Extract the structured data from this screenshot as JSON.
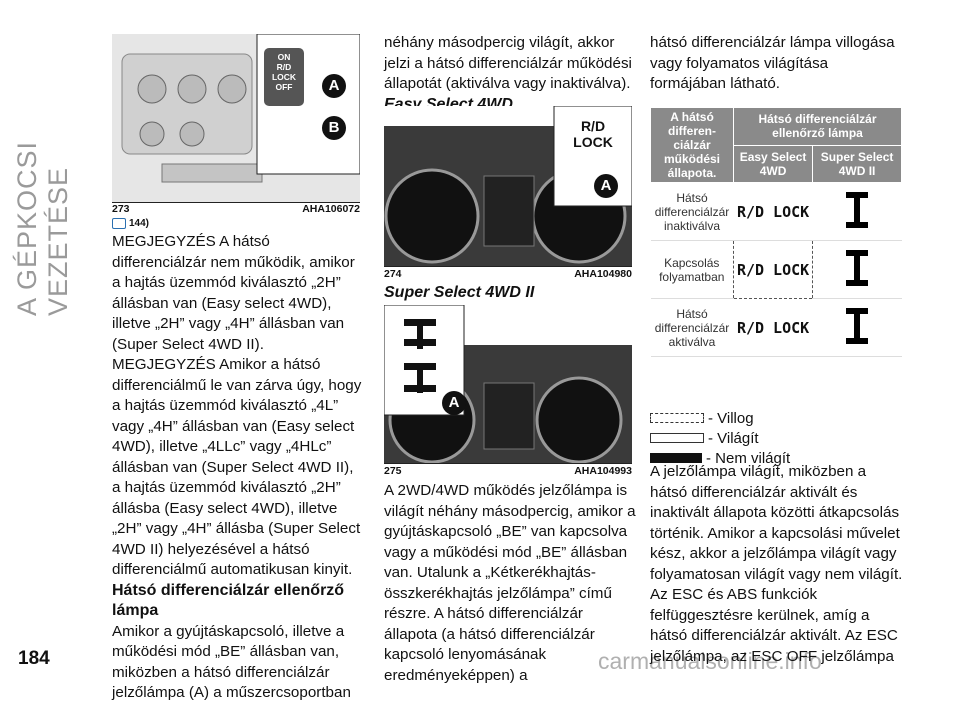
{
  "side_title": "A GÉPKOCSI VEZETÉSE",
  "page_number": "184",
  "watermark": "carmanualsonline.info",
  "fig273": {
    "number": "273",
    "code": "AHA106072",
    "switch_text": [
      "ON",
      "R/D",
      "LOCK",
      "OFF"
    ],
    "callouts": [
      "A",
      "B"
    ]
  },
  "note_ref": "144)",
  "col1": {
    "para1": "MEGJEGYZÉS A hátsó differenciálzár nem működik, amikor a hajtás üzemmód kiválasztó „2H” állásban van (Easy select 4WD), illetve „2H” vagy „4H” állásban van (Super Select 4WD II).",
    "para2": "MEGJEGYZÉS Amikor a hátsó differenciálmű le van zárva úgy, hogy a hajtás üzemmód kiválasztó „4L” vagy „4H” állásban van (Easy select 4WD), illetve „4LLc” vagy „4HLc” állásban van (Super Select 4WD II), a hajtás üzemmód kiválasztó „2H” állásba (Easy select 4WD), illetve „2H” vagy „4H” állásba (Super Select 4WD II) helyezésével a hátsó differenciálmű automatikusan kinyit.",
    "heading": "Hátsó differenciálzár ellenőrző lámpa",
    "para3": "Amikor a gyújtáskapcsoló, illetve a működési mód „BE” állásban van, miközben a hátsó differenciálzár jelzőlámpa (A) a műszercsoportban"
  },
  "col2": {
    "para1": "néhány másodpercig világít, akkor jelzi a hátsó differenciálzár működési állapotát (aktiválva vagy inaktiválva).",
    "heading1": "Easy Select 4WD",
    "fig274": {
      "number": "274",
      "code": "AHA104980",
      "inset_text": [
        "R/D",
        "LOCK"
      ],
      "callout": "A"
    },
    "heading2": "Super Select 4WD II",
    "fig275": {
      "number": "275",
      "code": "AHA104993",
      "callout": "A"
    },
    "para2": "A 2WD/4WD működés jelzőlámpa is világít néhány másodpercig, amikor a gyújtáskapcsoló „BE” van kapcsolva vagy a működési mód „BE” állásban van. Utalunk a „Kétkerékhajtás-összkerékhajtás jelzőlámpa” című részre. A hátsó differenciálzár állapota (a hátsó differenciálzár kapcsoló lenyomásának eredményeképpen) a"
  },
  "col3": {
    "para1": "hátsó differenciálzár lámpa villogása vagy folyamatos világítása formájában látható.",
    "table": {
      "head_left": "A hátsó differen-ciálzár működési állapota.",
      "head_top": "Hátsó differenciálzár ellenőrző lámpa",
      "head_easy": "Easy Select 4WD",
      "head_super": "Super Select 4WD II",
      "rows": [
        {
          "state": "Hátsó differenciálzár inaktiválva",
          "lamp": "R/D LOCK"
        },
        {
          "state": "Kapcsolás folyamatban",
          "lamp": "R/D LOCK"
        },
        {
          "state": "Hátsó differenciálzár aktiválva",
          "lamp": "R/D LOCK"
        }
      ]
    },
    "legend": [
      "- Villog",
      "- Világít",
      "- Nem világít"
    ],
    "para2": "A jelzőlámpa világít, miközben a hátsó differenciálzár aktivált és inaktivált állapota közötti átkapcsolás történik. Amikor a kapcsolási művelet kész, akkor a jelzőlámpa világít vagy folyamatosan világít vagy nem világít. Az ESC és ABS funkciók felfüggesztésre kerülnek, amíg a hátsó differenciálzár aktivált. Az ESC jelzőlámpa, az ESC OFF jelzőlámpa"
  }
}
